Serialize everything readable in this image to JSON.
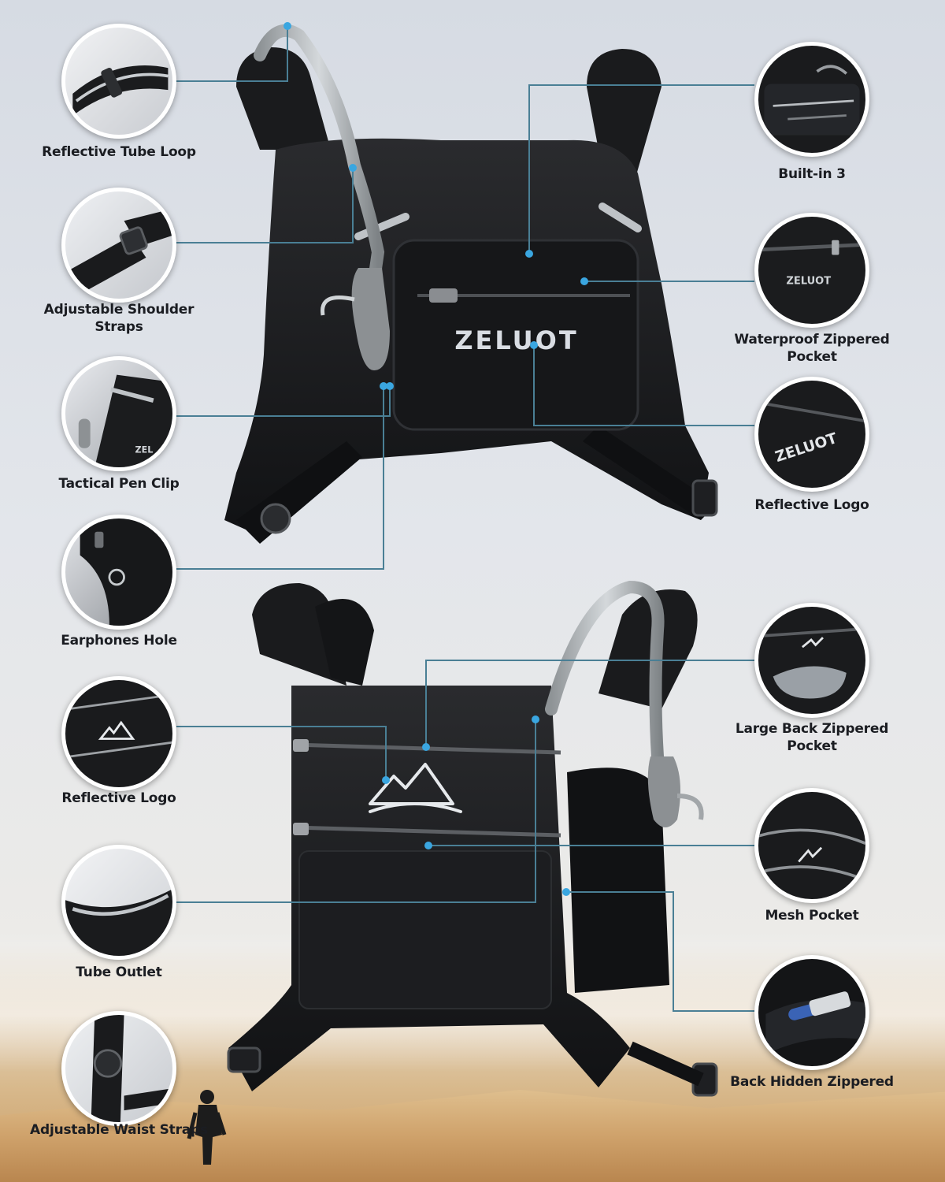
{
  "brand": {
    "name": "ZELUOT"
  },
  "colors": {
    "leader_line": "#4a7f95",
    "leader_dot": "#3aa6e0",
    "label_text": "#1b1d22"
  },
  "callouts": {
    "reflective_tube_loop": "Reflective Tube Loop",
    "adjustable_shoulder_straps": "Adjustable Shoulder Straps",
    "tactical_pen_clip": "Tactical Pen Clip",
    "earphones_hole": "Earphones Hole",
    "reflective_logo_back": "Reflective Logo",
    "tube_outlet": "Tube Outlet",
    "adjustable_waist_straps": "Adjustable Waist Straps",
    "built_in_3": "Built-in 3",
    "waterproof_zippered_pocket": "Waterproof Zippered Pocket",
    "reflective_logo_front": "Reflective Logo",
    "large_back_zippered_pocket": "Large Back Zippered Pocket",
    "mesh_pocket": "Mesh Pocket",
    "back_hidden_zippered": "Back Hidden Zippered"
  },
  "icons": {
    "tube_loop": "reflective-strap-icon",
    "buckle": "buckle-icon",
    "pen_clip": "pen-clip-icon",
    "earphone": "earphone-hole-icon",
    "mountain": "mountain-logo-icon",
    "tube_outlet": "tube-outlet-icon",
    "waist": "waist-buckle-icon",
    "pockets": "pocket-icon",
    "zipper": "zipper-icon",
    "logo": "brand-logo-icon",
    "back_pocket": "back-pocket-icon",
    "mesh": "mesh-icon",
    "hidden": "hidden-pocket-icon"
  }
}
